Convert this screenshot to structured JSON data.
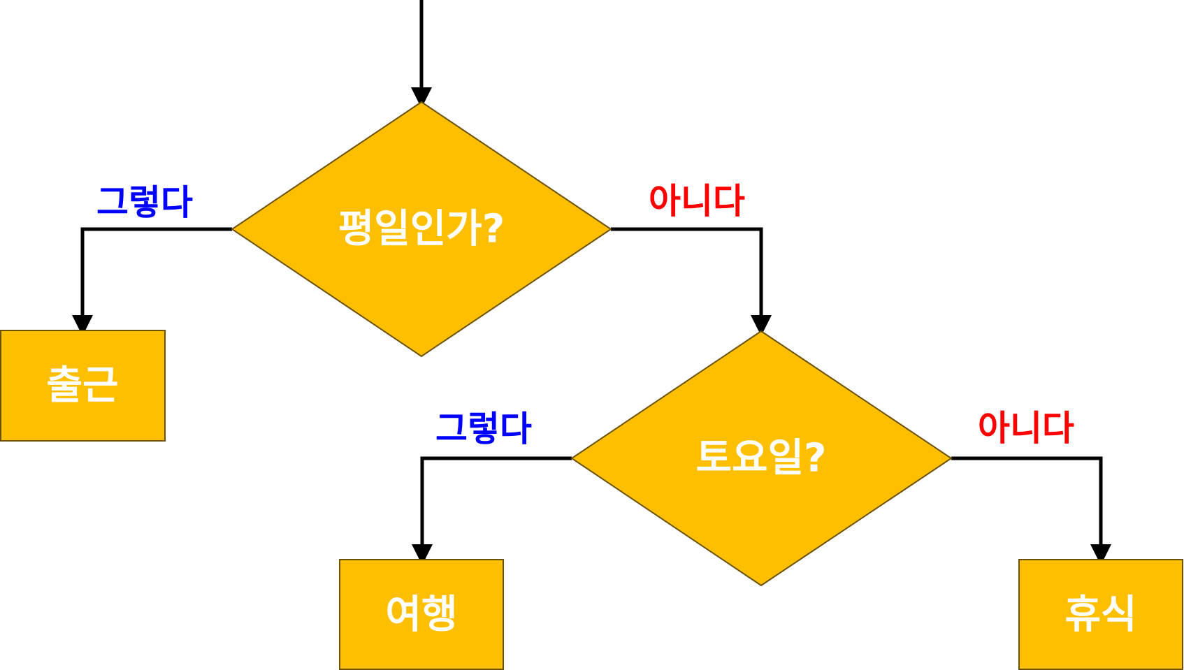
{
  "colors": {
    "node_fill": "#FDBF00",
    "node_stroke": "#6B5200",
    "node_text": "#FFFFFF",
    "yes_label": "#0000FF",
    "no_label": "#FF0000",
    "connector": "#000000"
  },
  "nodes": {
    "decision_weekday": {
      "text": "평일인가?"
    },
    "decision_saturday": {
      "text": "토요일?"
    },
    "action_work": {
      "text": "출근"
    },
    "action_travel": {
      "text": "여행"
    },
    "action_rest": {
      "text": "휴식"
    }
  },
  "labels": {
    "weekday_yes": "그렇다",
    "weekday_no": "아니다",
    "saturday_yes": "그렇다",
    "saturday_no": "아니다"
  }
}
